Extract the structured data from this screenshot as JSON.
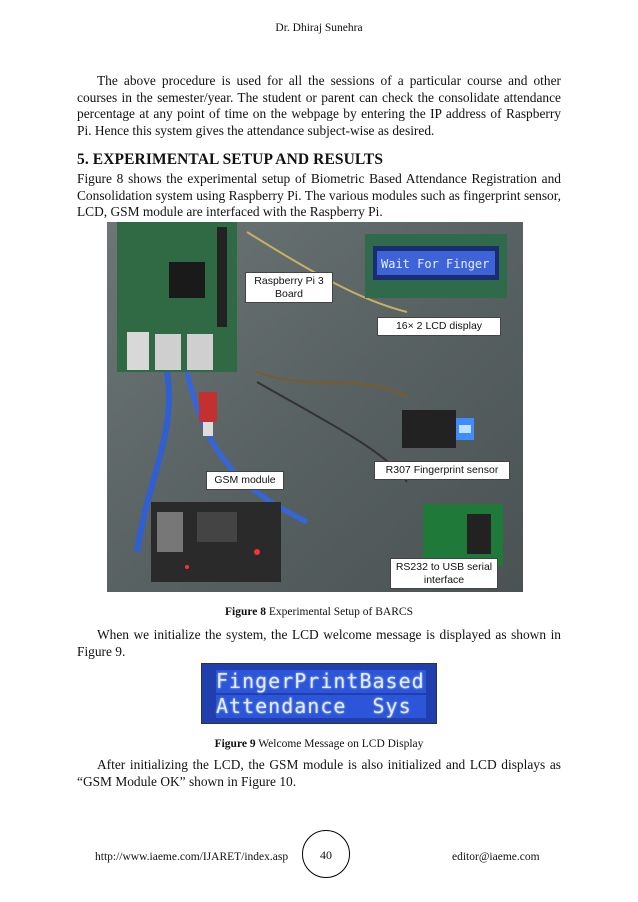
{
  "header": {
    "author": "Dr. Dhiraj Sunehra"
  },
  "para1": "The above procedure is used for all the sessions of a particular course and other courses in the semester/year. The student or parent can check the consolidate attendance percentage at any point of time on the webpage by entering the IP address of Raspberry Pi. Hence this system gives the attendance subject-wise as desired.",
  "section": {
    "title": "5. EXPERIMENTAL SETUP AND RESULTS"
  },
  "para2": "Figure 8 shows the experimental setup of Biometric Based Attendance Registration and Consolidation system using Raspberry Pi. The various modules such as fingerprint sensor, LCD, GSM module are interfaced with the Raspberry Pi.",
  "figure8": {
    "labels": {
      "raspberry": "Raspberry Pi 3 Board",
      "lcd": "16× 2  LCD display",
      "gsm": "GSM module",
      "fingerprint": "R307 Fingerprint sensor",
      "rs232": "RS232 to USB serial interface"
    },
    "lcd_text": "Wait For Finger",
    "caption_label": "Figure 8",
    "caption_text": " Experimental Setup of BARCS"
  },
  "para3": "When we initialize the system, the LCD welcome message is displayed as shown in Figure 9.",
  "figure9": {
    "line1": "FingerPrintBased",
    "line2": "Attendance  Sys",
    "caption_label": "Figure 9",
    "caption_text": " Welcome Message on  LCD Display"
  },
  "para4": "After initializing the LCD, the GSM module is also initialized and LCD displays as “GSM Module OK” shown in Figure 10.",
  "footer": {
    "url": "http://www.iaeme.com/IJARET/index.asp",
    "page": "40",
    "email": "editor@iaeme.com"
  }
}
